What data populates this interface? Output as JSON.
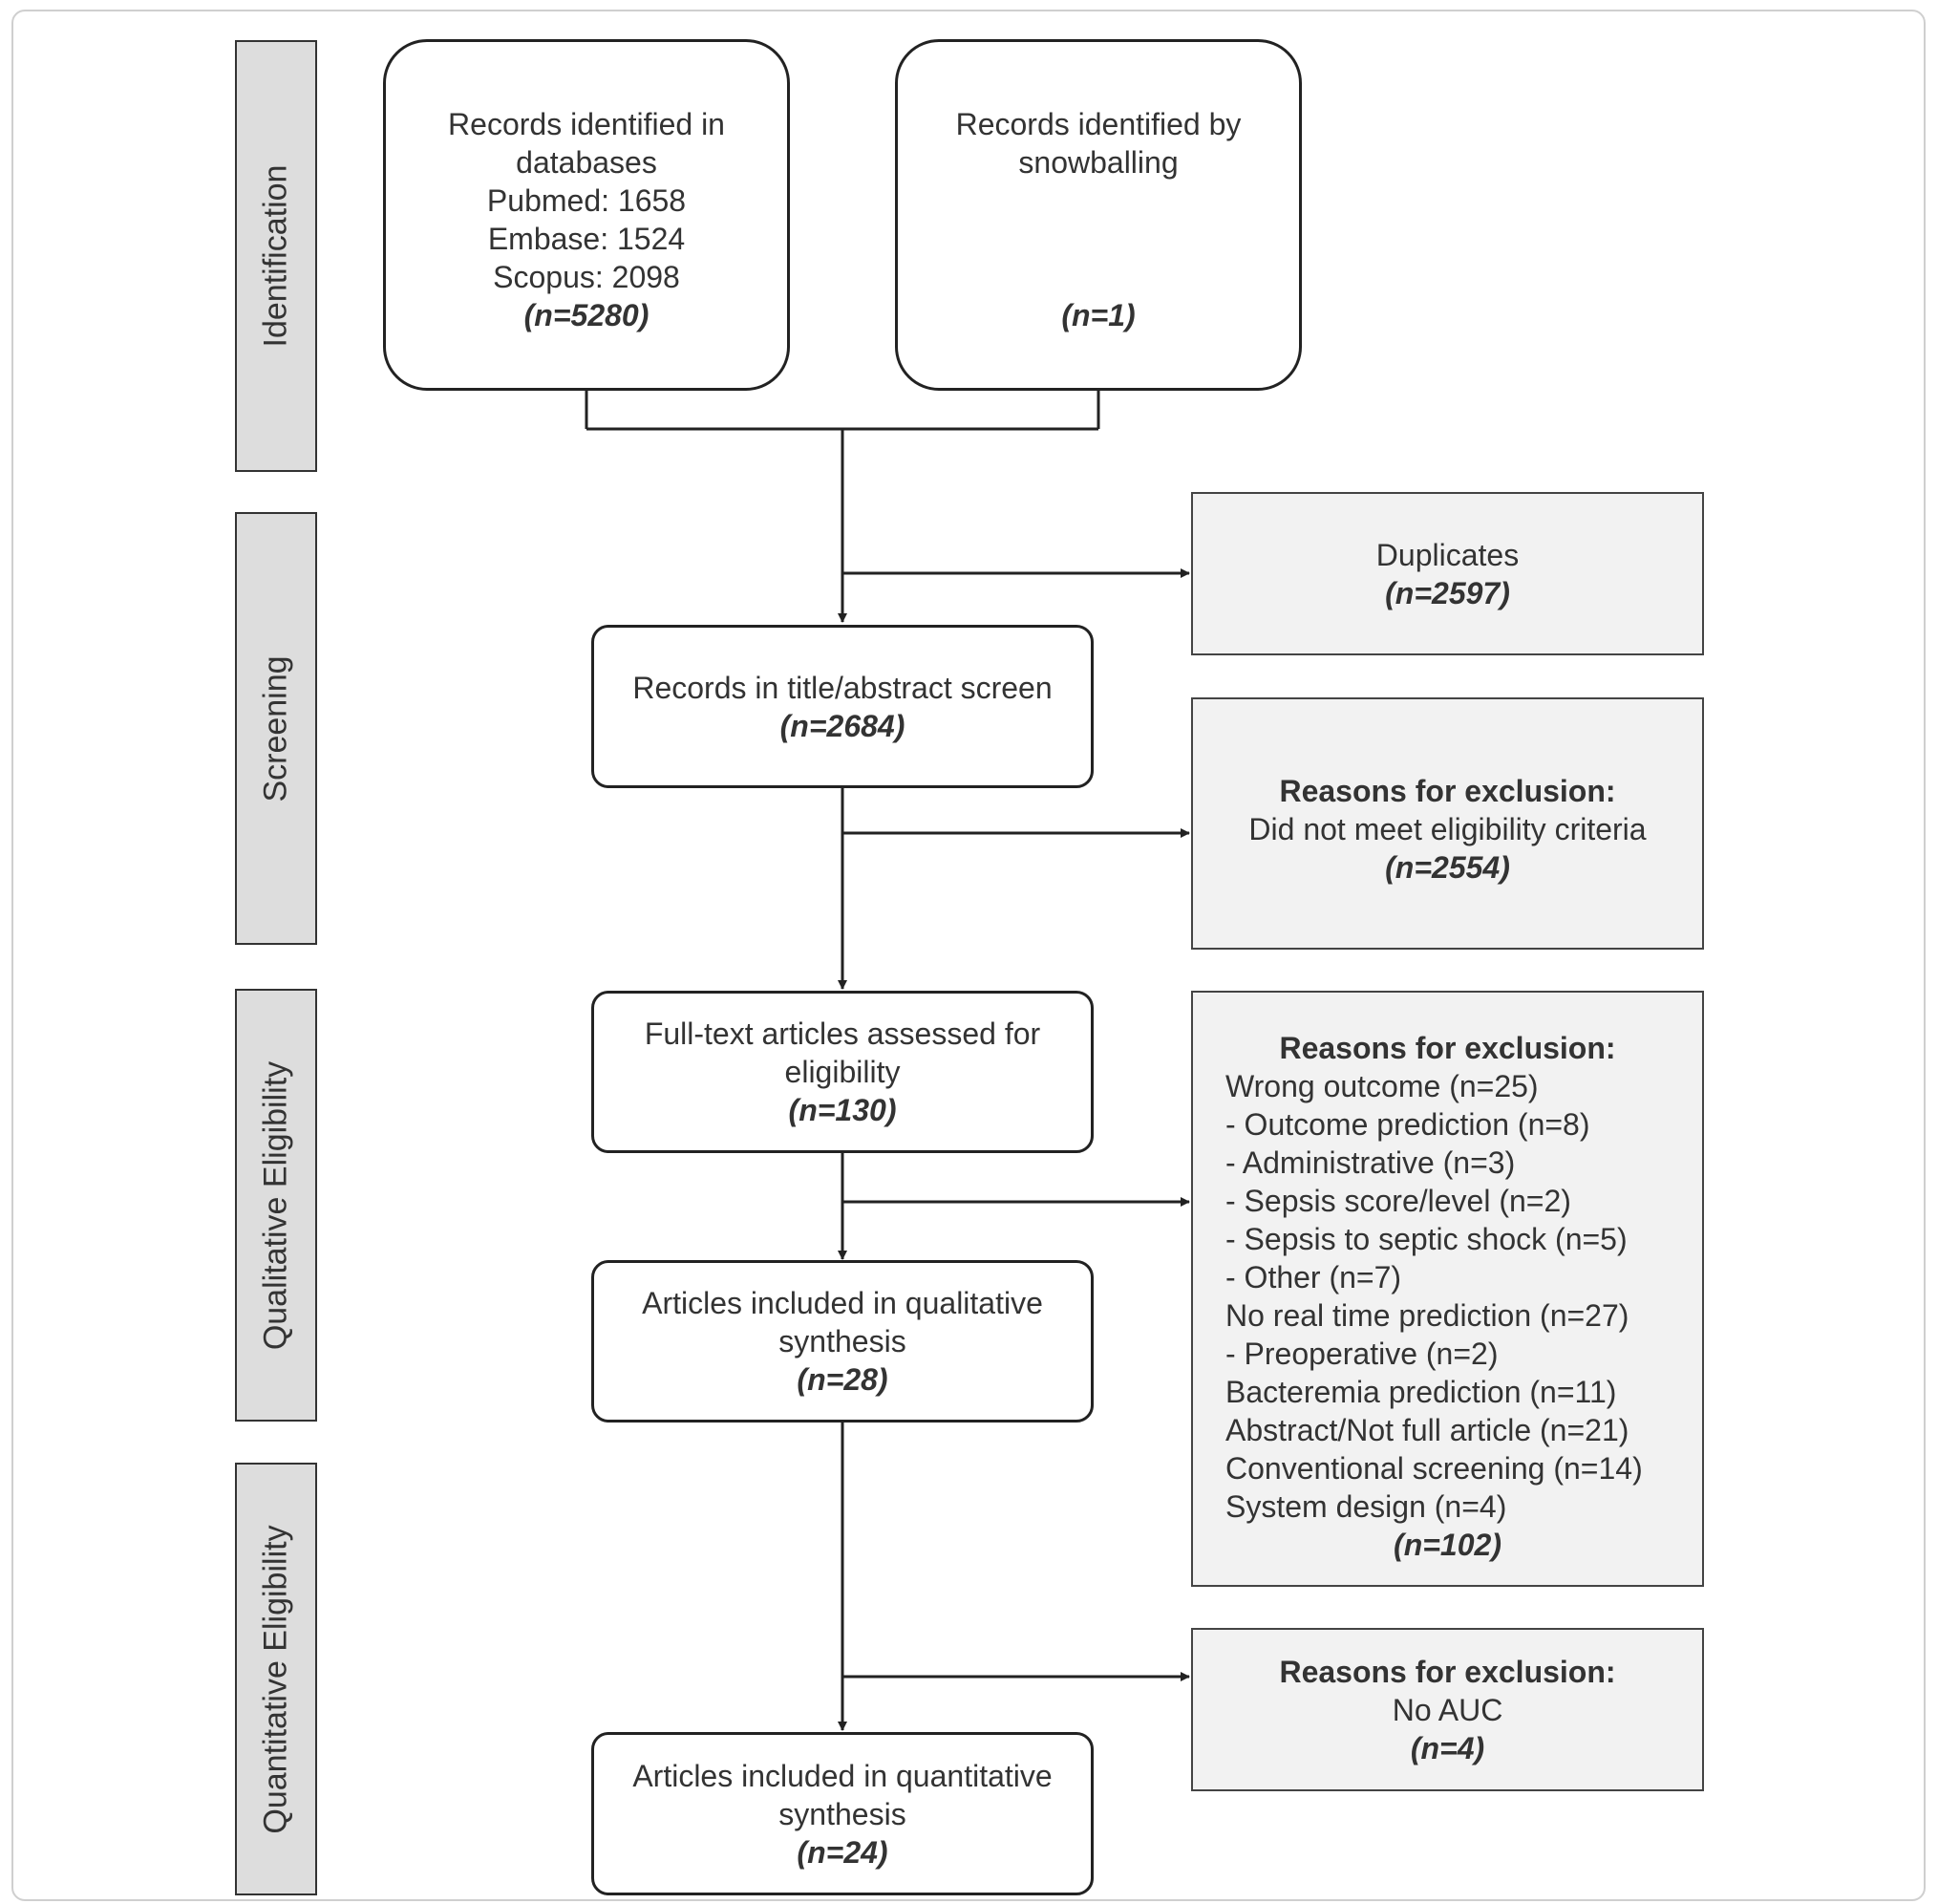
{
  "stages": {
    "identification": "Identification",
    "screening": "Screening",
    "qualitative": "Qualitative Eligibility",
    "quantitative": "Quantitative Eligibility"
  },
  "records_databases": {
    "line1": "Records identified in",
    "line2": "databases",
    "pubmed": "Pubmed: 1658",
    "embase": "Embase: 1524",
    "scopus": "Scopus: 2098",
    "n": "(n=5280)"
  },
  "records_snowballing": {
    "line1": "Records identified by",
    "line2": "snowballing",
    "n": "(n=1)"
  },
  "duplicates": {
    "label": "Duplicates",
    "n": "(n=2597)"
  },
  "title_abstract_screen": {
    "label": "Records in title/abstract screen",
    "n": "(n=2684)"
  },
  "exclusion_screening": {
    "heading": "Reasons for exclusion:",
    "reason": "Did not meet eligibility criteria",
    "n": "(n=2554)"
  },
  "full_text": {
    "line1": "Full-text articles assessed for",
    "line2": "eligibility",
    "n": "(n=130)"
  },
  "exclusion_fulltext": {
    "heading": "Reasons for exclusion:",
    "reasons": [
      "Wrong outcome (n=25)",
      "- Outcome prediction (n=8)",
      "- Administrative (n=3)",
      "- Sepsis score/level (n=2)",
      "- Sepsis to septic shock (n=5)",
      "- Other (n=7)",
      "No real time prediction (n=27)",
      "- Preoperative (n=2)",
      "Bacteremia prediction (n=11)",
      "Abstract/Not full article (n=21)",
      "Conventional screening (n=14)",
      "System design (n=4)"
    ],
    "n": "(n=102)"
  },
  "qualitative_synthesis": {
    "line1": "Articles included in qualitative",
    "line2": "synthesis",
    "n": "(n=28)"
  },
  "exclusion_quantitative": {
    "heading": "Reasons for exclusion:",
    "reason": "No AUC",
    "n": "(n=4)"
  },
  "quantitative_synthesis": {
    "line1": "Articles included in quantitative",
    "line2": "synthesis",
    "n": "(n=24)"
  }
}
